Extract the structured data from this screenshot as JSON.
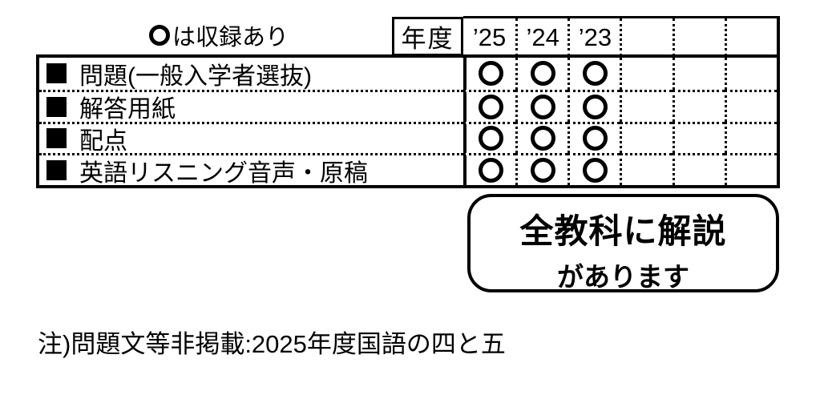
{
  "legend": {
    "symbol": "○",
    "text": "は収録あり"
  },
  "table": {
    "corner_label": "年度",
    "year_columns": [
      "’25",
      "’24",
      "’23",
      "",
      "",
      ""
    ],
    "rows": [
      {
        "label": "問題(一般入学者選抜)",
        "marks": [
          "○",
          "○",
          "○",
          "",
          "",
          ""
        ]
      },
      {
        "label": "解答用紙",
        "marks": [
          "○",
          "○",
          "○",
          "",
          "",
          ""
        ]
      },
      {
        "label": "配点",
        "marks": [
          "○",
          "○",
          "○",
          "",
          "",
          ""
        ]
      },
      {
        "label": "英語リスニング音声・原稿",
        "marks": [
          "○",
          "○",
          "○",
          "",
          "",
          ""
        ]
      }
    ]
  },
  "callout": {
    "line1": "全教科に解説",
    "line2": "があります"
  },
  "note": "注)問題文等非掲載:2025年度国語の四と五",
  "colors": {
    "ink": "#000000",
    "background": "#ffffff"
  }
}
